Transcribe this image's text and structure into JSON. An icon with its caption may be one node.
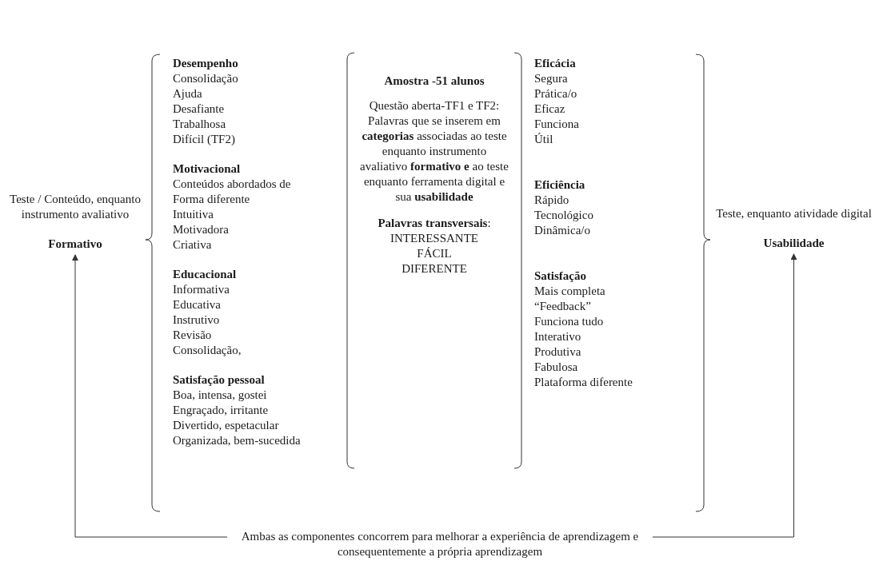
{
  "diagram": {
    "nodes": [
      {
        "text": [
          "Teste / Conteúdo, enquanto instrumento avaliativo",
          "Formativo"
        ]
      },
      {
        "text": [
          "Teste, enquanto atividade digital",
          "Usabilidade"
        ]
      },
      {
        "text": [
          "Ambas as componentes concorrem para melhorar a experiência de aprendizagem e consequentemente a própria aprendizagem"
        ]
      }
    ],
    "edges": [
      {
        "from": 2,
        "to": 0,
        "arrow": "to"
      },
      {
        "from": 2,
        "to": 1,
        "arrow": "to"
      }
    ],
    "labels": [
      "Desempenho",
      "Consolidação",
      "Ajuda",
      "Desafiante",
      "Trabalhosa",
      "Difícil (TF2)",
      "Motivacional",
      "Conteúdos abordados de",
      "Forma diferente",
      "Intuitiva",
      "Motivadora",
      "Criativa",
      "Educacional",
      "Informativa",
      "Educativa",
      "Instrutivo",
      "Revisão",
      "Consolidação,",
      "Satisfação pessoal",
      "Boa, intensa, gostei",
      "Engraçado, irritante",
      "Divertido, espetacular",
      "Organizada, bem-sucedida",
      "Amostra -51 alunos",
      "Questão aberta-TF1 e TF2: Palavras que se inserem em **categorias** associadas ao teste enquanto instrumento avaliativo **formativo e** ao teste enquanto ferramenta digital e sua **usabilidade**",
      "**Palavras transversais**:",
      "INTERESSANTE",
      "FÁCIL",
      "DIFERENTE",
      "Eficácia",
      "Segura",
      "Prática/o",
      "Eficaz",
      "Funciona",
      "Útil",
      "Eficiência",
      "Rápido",
      "Tecnológico",
      "Dinâmica/o",
      "Satisfação",
      "Mais completa",
      "“Feedback”",
      "Funciona tudo",
      "Interativo",
      "Produtiva",
      "Fabulosa",
      "Plataforma diferente"
    ]
  }
}
